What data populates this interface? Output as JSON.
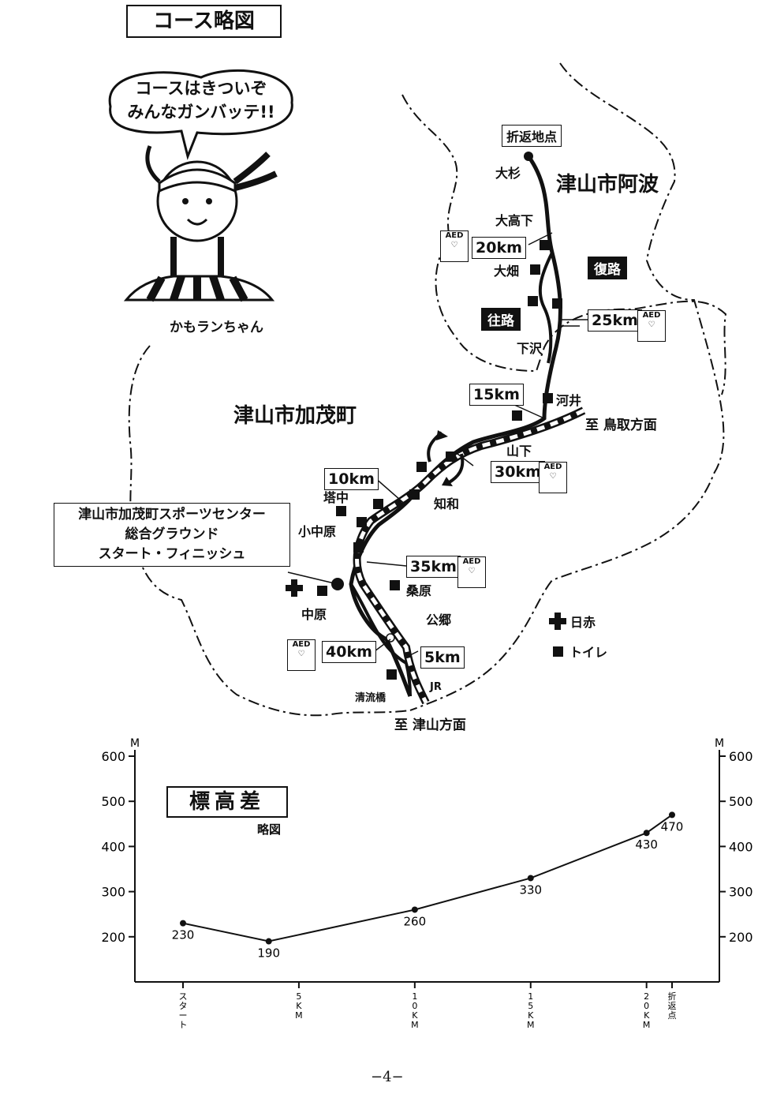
{
  "page_title": "コース略図",
  "mascot": {
    "speech": [
      "コースはきついぞ",
      "みんなガンバッテ!!"
    ],
    "name": "かもランちゃん"
  },
  "map": {
    "regions": {
      "north": "津山市阿波",
      "south": "津山市加茂町"
    },
    "turnaround": "折返地点",
    "places": {
      "osugi": "大杉",
      "otakashita": "大高下",
      "ohata": "大畑",
      "shimozawa": "下沢",
      "kawai": "河井",
      "yamashita": "山下",
      "chiwa": "知和",
      "tonaka": "塔中",
      "konakahara": "小中原",
      "nakahara": "中原",
      "kuwabara": "桑原",
      "gougou": "公郷",
      "seiryubashi": "清流橋",
      "jr": "JR"
    },
    "directions": {
      "tottori": "至 鳥取方面",
      "tsuyama": "至 津山方面"
    },
    "route_labels": {
      "outbound": "往路",
      "return": "復路"
    },
    "km_markers": [
      "5km",
      "10km",
      "15km",
      "20km",
      "25km",
      "30km",
      "35km",
      "40km"
    ],
    "facility": [
      "津山市加茂町スポーツセンター",
      "総合グラウンド",
      "スタート・フィニッシュ"
    ],
    "aed_label": "AED",
    "legend": {
      "red_cross": "日赤",
      "toilet": "トイレ"
    }
  },
  "elevation": {
    "title": "標高差",
    "subtitle": "略図",
    "unit": "M",
    "x_ticks": [
      "スタート",
      "5KM",
      "10KM",
      "15KM",
      "20KM",
      "折返点"
    ]
  },
  "chart_data": {
    "type": "line",
    "title": "標高差",
    "subtitle": "略図",
    "ylabel": "M",
    "ylim": [
      100,
      600
    ],
    "y_ticks": [
      200,
      300,
      400,
      500,
      600
    ],
    "x_ticks": [
      "スタート",
      "5KM",
      "10KM",
      "15KM",
      "20KM",
      "折返点"
    ],
    "x": [
      0,
      3.7,
      10,
      15,
      20,
      21.1
    ],
    "values": [
      230,
      190,
      260,
      330,
      430,
      470
    ],
    "data_labels": [
      "230",
      "190",
      "260",
      "330",
      "430",
      "470"
    ]
  },
  "page_number": "−4−"
}
